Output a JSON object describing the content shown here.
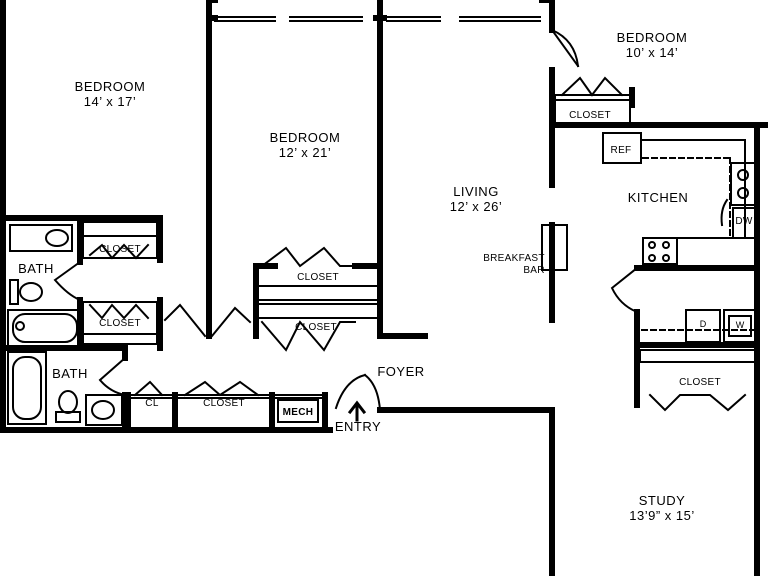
{
  "rooms": {
    "bedroom_left": {
      "name": "BEDROOM",
      "size": "14’ x 17’"
    },
    "bedroom_middle": {
      "name": "BEDROOM",
      "size": "12’ x 21’"
    },
    "bedroom_right": {
      "name": "BEDROOM",
      "size": "10’ x 14’"
    },
    "living": {
      "name": "LIVING",
      "size": "12’ x 26’"
    },
    "kitchen": {
      "name": "KITCHEN"
    },
    "study": {
      "name": "STUDY",
      "size": "13’9” x 15’"
    },
    "bath_upper": {
      "name": "BATH"
    },
    "bath_lower": {
      "name": "BATH"
    },
    "foyer": {
      "name": "FOYER"
    },
    "entry": {
      "name": "ENTRY"
    }
  },
  "labels": {
    "breakfast_bar_line1": "BREAKFAST",
    "breakfast_bar_line2": "BAR",
    "closet_bath_upper": "CLOSET",
    "closet_bath_lower": "CLOSET",
    "closet_mid_upper": "CLOSET",
    "closet_mid_lower": "CLOSET",
    "closet_right_bedroom": "CLOSET",
    "closet_laundry": "CLOSET",
    "closet_hall": "CLOSET",
    "cl": "CL",
    "mech": "MECH",
    "ref": "REF",
    "dw": "DW",
    "dryer": "D",
    "washer": "W"
  }
}
